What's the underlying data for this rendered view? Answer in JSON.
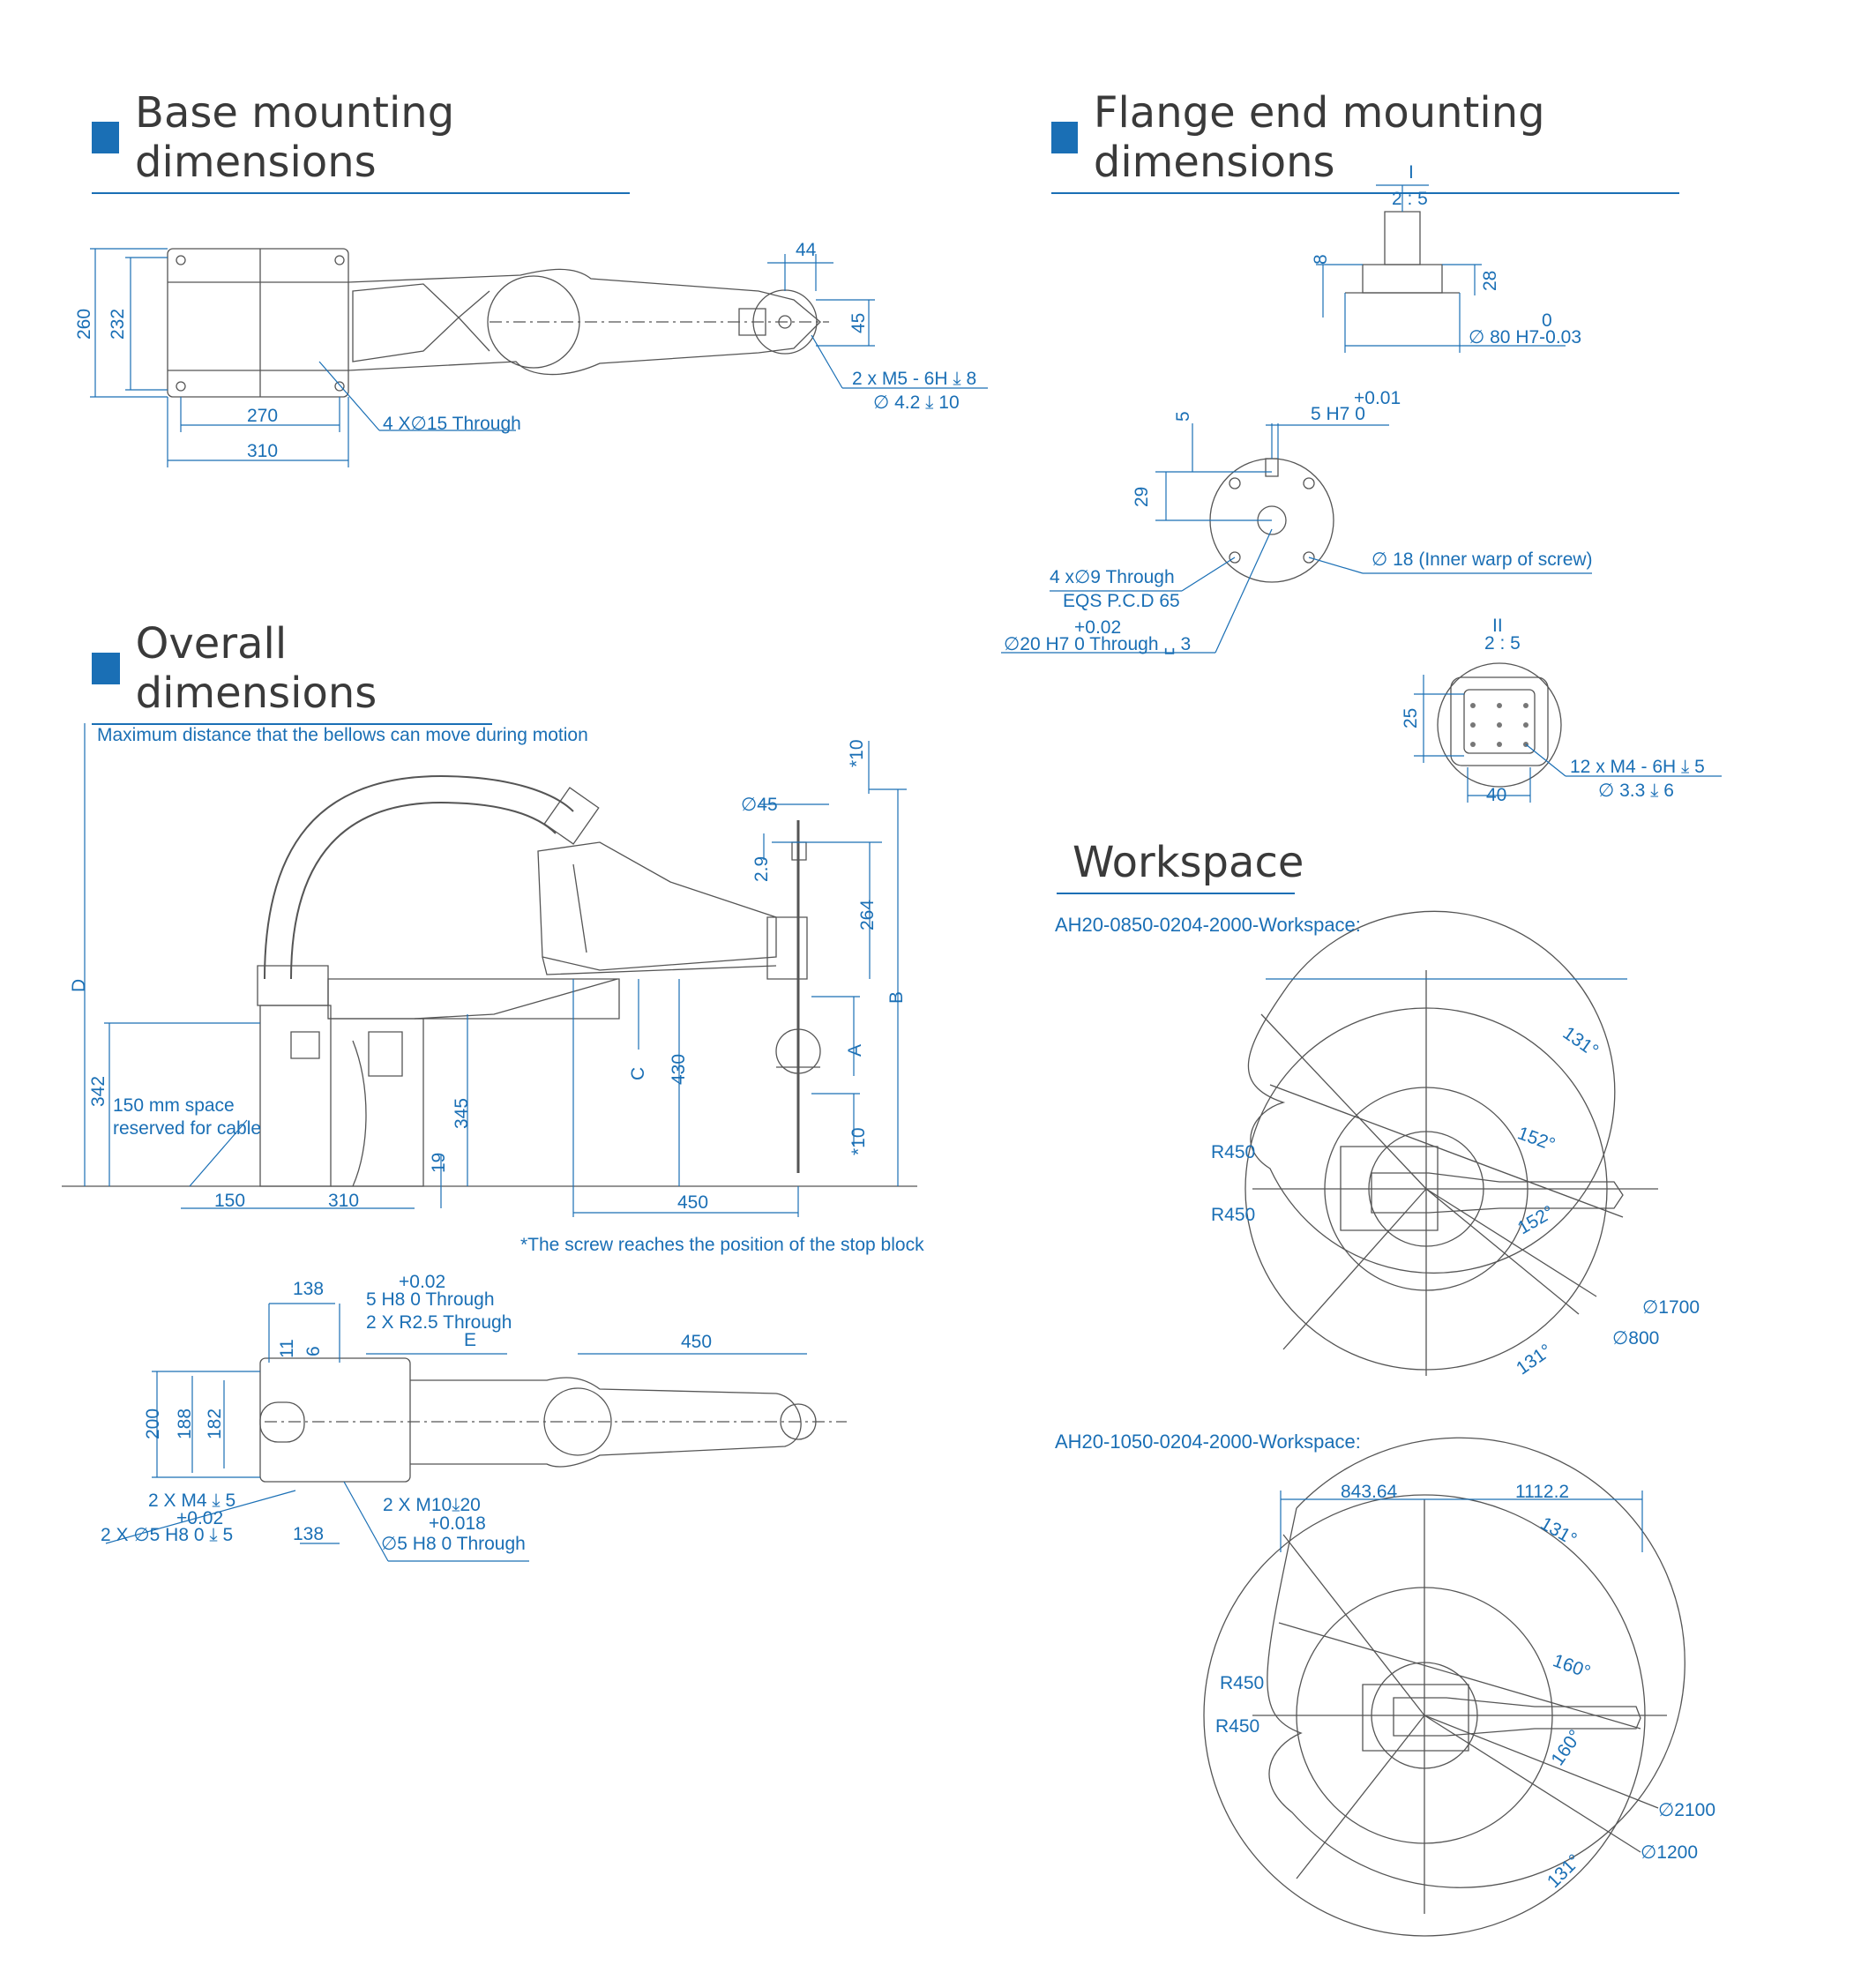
{
  "sections": {
    "base": "Base mounting dimensions",
    "flange": "Flange end mounting dimensions",
    "overall": "Overall dimensions",
    "workspace": "Workspace"
  },
  "base_dims": {
    "h260": "260",
    "h232": "232",
    "w270": "270",
    "w310": "310",
    "w44": "44",
    "h45": "45",
    "holes": "4 X∅15 Through",
    "m5_line1": "2 x  M5 - 6H  ⤓ 8",
    "m5_line2": "∅ 4.2  ⤓ 10"
  },
  "flange_dims": {
    "view1_label": "I",
    "view1_scale": "2 : 5",
    "h8": "8",
    "h28": "28",
    "d80_tol": "0",
    "d80": "∅ 80 H7-0.03",
    "h5": "5",
    "key_tol": "+0.01",
    "key": "5 H7   0",
    "h29": "29",
    "d18": "∅ 18 (Inner warp of screw)",
    "holes9": "4 x∅9 Through",
    "pcd": "EQS P.C.D 65",
    "d20_tol": "+0.02",
    "d20": "∅20 H7 0 Through ␣ 3",
    "view2_label": "II",
    "view2_scale": "2 : 5",
    "h25": "25",
    "w40": "40",
    "m4_line1": "12 x M4 - 6H ⤓ 5",
    "m4_line2": "∅ 3.3   ⤓ 6"
  },
  "overall_dims": {
    "bellows_note": "Maximum distance that the bellows can move during motion",
    "d45": "∅45",
    "star10_top": "*10",
    "h2_9": "2.9",
    "h264": "264",
    "label_D": "D",
    "label_B": "B",
    "label_A": "A",
    "label_C": "C",
    "h342": "342",
    "cable_note1": "150 mm space",
    "cable_note2": "reserved for cable",
    "h345": "345",
    "h19": "19",
    "h430": "430",
    "star10_bot": "*10",
    "w150": "150",
    "w310": "310",
    "w450": "450",
    "stop_note": "*The screw reaches the position of the stop block",
    "w138_top": "138",
    "h8_tol": "+0.02",
    "h8_through": "5 H8 0 Through",
    "r25": "2 X R2.5 Through",
    "label_E": "E",
    "w450_b": "450",
    "h11": "11",
    "h6": "6",
    "h200": "200",
    "h188": "188",
    "h182": "182",
    "m4": "2 X M4 ⤓ 5",
    "d5_tol": "+0.02",
    "d5": "2 X ∅5 H8 0  ⤓ 5",
    "w138_bot": "138",
    "m10": "2 X M10⤓20",
    "d5b_tol": "+0.018",
    "d5b": "∅5 H8 0 Through"
  },
  "workspace": {
    "model1": "AH20-0850-0204-2000-Workspace:",
    "m1": {
      "a131_top": "131°",
      "a152_top": "152°",
      "a152_bot": "152°",
      "a131_bot": "131°",
      "r450_a": "R450",
      "r450_b": "R450",
      "d1700": "∅1700",
      "d800": "∅800"
    },
    "model2": "AH20-1050-0204-2000-Workspace:",
    "m2": {
      "w843": "843.64",
      "w1112": "1112.2",
      "a131_top": "131°",
      "a160_top": "160°",
      "a160_bot": "160°",
      "a131_bot": "131°",
      "r450_a": "R450",
      "r450_b": "R450",
      "d2100": "∅2100",
      "d1200": "∅1200"
    }
  }
}
